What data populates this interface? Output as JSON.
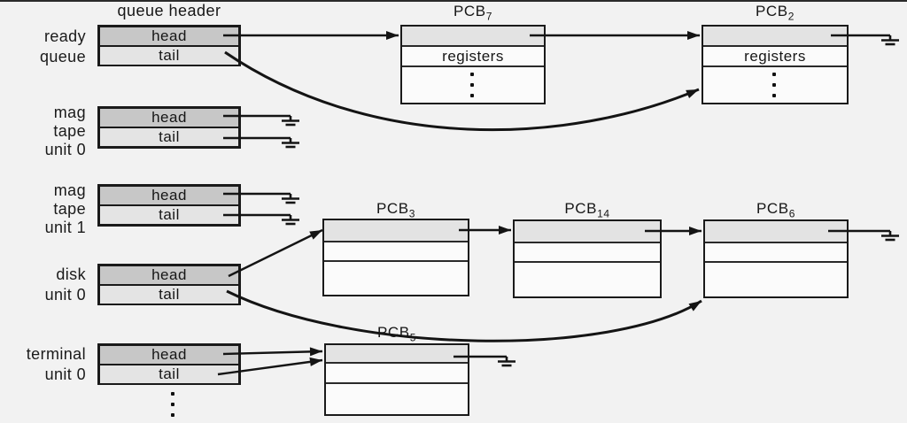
{
  "title": "queue header",
  "queues": [
    {
      "id": "ready",
      "label_lines": [
        "ready",
        "queue"
      ],
      "head": "head",
      "tail": "tail"
    },
    {
      "id": "mag-tape-0",
      "label_lines": [
        "mag",
        "tape",
        "unit 0"
      ],
      "head": "head",
      "tail": "tail"
    },
    {
      "id": "mag-tape-1",
      "label_lines": [
        "mag",
        "tape",
        "unit 1"
      ],
      "head": "head",
      "tail": "tail"
    },
    {
      "id": "disk-0",
      "label_lines": [
        "disk",
        "unit 0"
      ],
      "head": "head",
      "tail": "tail"
    },
    {
      "id": "terminal-0",
      "label_lines": [
        "terminal",
        "unit 0"
      ],
      "head": "head",
      "tail": "tail"
    }
  ],
  "pcbs": [
    {
      "base": "PCB",
      "sub": "7",
      "row2": "registers"
    },
    {
      "base": "PCB",
      "sub": "2",
      "row2": "registers"
    },
    {
      "base": "PCB",
      "sub": "3",
      "row2": ""
    },
    {
      "base": "PCB",
      "sub": "14",
      "row2": ""
    },
    {
      "base": "PCB",
      "sub": "6",
      "row2": ""
    },
    {
      "base": "PCB",
      "sub": "5",
      "row2": ""
    }
  ],
  "theme": {
    "background": "#f2f2f2",
    "box_border": "#1a1a1a",
    "head_fill": "#c7c7c7",
    "tail_fill": "#e4e4e4",
    "pcb_pointer_fill": "#e3e3e3",
    "pcb_body_fill": "#fbfbfb",
    "line_color": "#141414"
  }
}
